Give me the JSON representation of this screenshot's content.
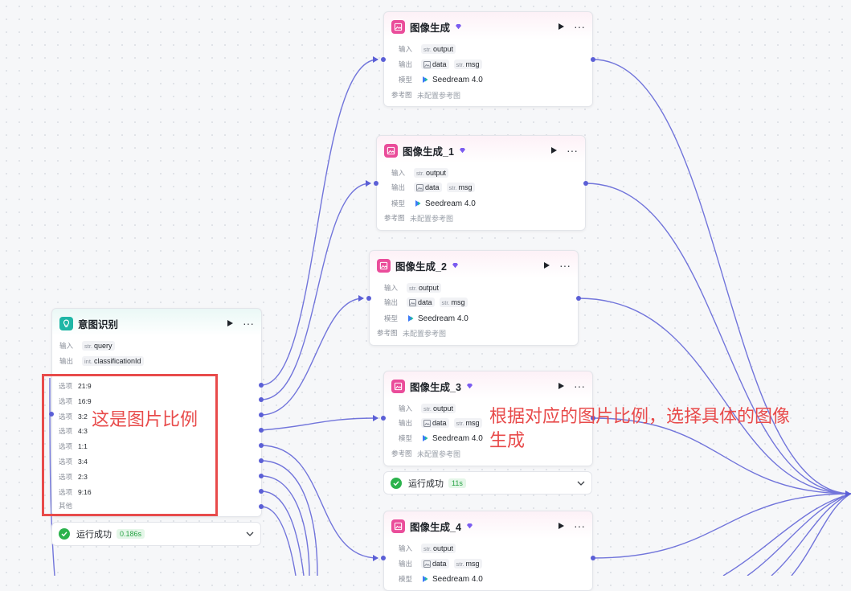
{
  "intent_node": {
    "title": "意图识别",
    "input_label": "输入",
    "input_type": "str.",
    "input_value": "query",
    "output_label": "输出",
    "output_type": "int.",
    "output_value": "classificationId",
    "options": [
      {
        "label": "选项",
        "value": "21:9"
      },
      {
        "label": "选项",
        "value": "16:9"
      },
      {
        "label": "选项",
        "value": "3:2"
      },
      {
        "label": "选项",
        "value": "4:3"
      },
      {
        "label": "选项",
        "value": "1:1"
      },
      {
        "label": "选项",
        "value": "3:4"
      },
      {
        "label": "选项",
        "value": "2:3"
      },
      {
        "label": "选项",
        "value": "9:16"
      },
      {
        "label": "其他",
        "value": ""
      }
    ],
    "status": {
      "text": "运行成功",
      "time": "0.186s"
    }
  },
  "image_nodes": [
    {
      "title": "图像生成",
      "input_label": "输入",
      "input_type": "str.",
      "input_value": "output",
      "output_label": "输出",
      "output_data": "data",
      "output_type": "str.",
      "output_msg": "msg",
      "model_label": "模型",
      "model": "Seedream 4.0",
      "ref_label": "参考图",
      "ref_value": "未配置参考图"
    },
    {
      "title": "图像生成_1",
      "input_label": "输入",
      "input_type": "str.",
      "input_value": "output",
      "output_label": "输出",
      "output_data": "data",
      "output_type": "str.",
      "output_msg": "msg",
      "model_label": "模型",
      "model": "Seedream 4.0",
      "ref_label": "参考图",
      "ref_value": "未配置参考图"
    },
    {
      "title": "图像生成_2",
      "input_label": "输入",
      "input_type": "str.",
      "input_value": "output",
      "output_label": "输出",
      "output_data": "data",
      "output_type": "str.",
      "output_msg": "msg",
      "model_label": "模型",
      "model": "Seedream 4.0",
      "ref_label": "参考图",
      "ref_value": "未配置参考图"
    },
    {
      "title": "图像生成_3",
      "input_label": "输入",
      "input_type": "str.",
      "input_value": "output",
      "output_label": "输出",
      "output_data": "data",
      "output_type": "str.",
      "output_msg": "msg",
      "model_label": "模型",
      "model": "Seedream 4.0",
      "ref_label": "参考图",
      "ref_value": "未配置参考图"
    },
    {
      "title": "图像生成_4",
      "input_label": "输入",
      "input_type": "str.",
      "input_value": "output",
      "output_label": "输出",
      "output_data": "data",
      "output_type": "str.",
      "output_msg": "msg",
      "model_label": "模型",
      "model": "Seedream 4.0"
    }
  ],
  "image_node3_status": {
    "text": "运行成功",
    "time": "11s"
  },
  "annotations": {
    "ratio_note": "这是图片比例",
    "select_note_line1": "根据对应的图片比例，选择具体的图像",
    "select_note_line2": "生成"
  },
  "colors": {
    "edge": "#5b5fd6",
    "pink_icon": "#ea4c9a",
    "teal_icon": "#1fb6a6",
    "annotation": "#e84b4b",
    "success": "#2bb24c"
  },
  "icons": {
    "image_node": "image-icon",
    "intent_node": "lightbulb-icon",
    "run": "play-icon",
    "more": "more-icon",
    "status": "check-circle-icon",
    "expand": "chevron-down-icon"
  }
}
